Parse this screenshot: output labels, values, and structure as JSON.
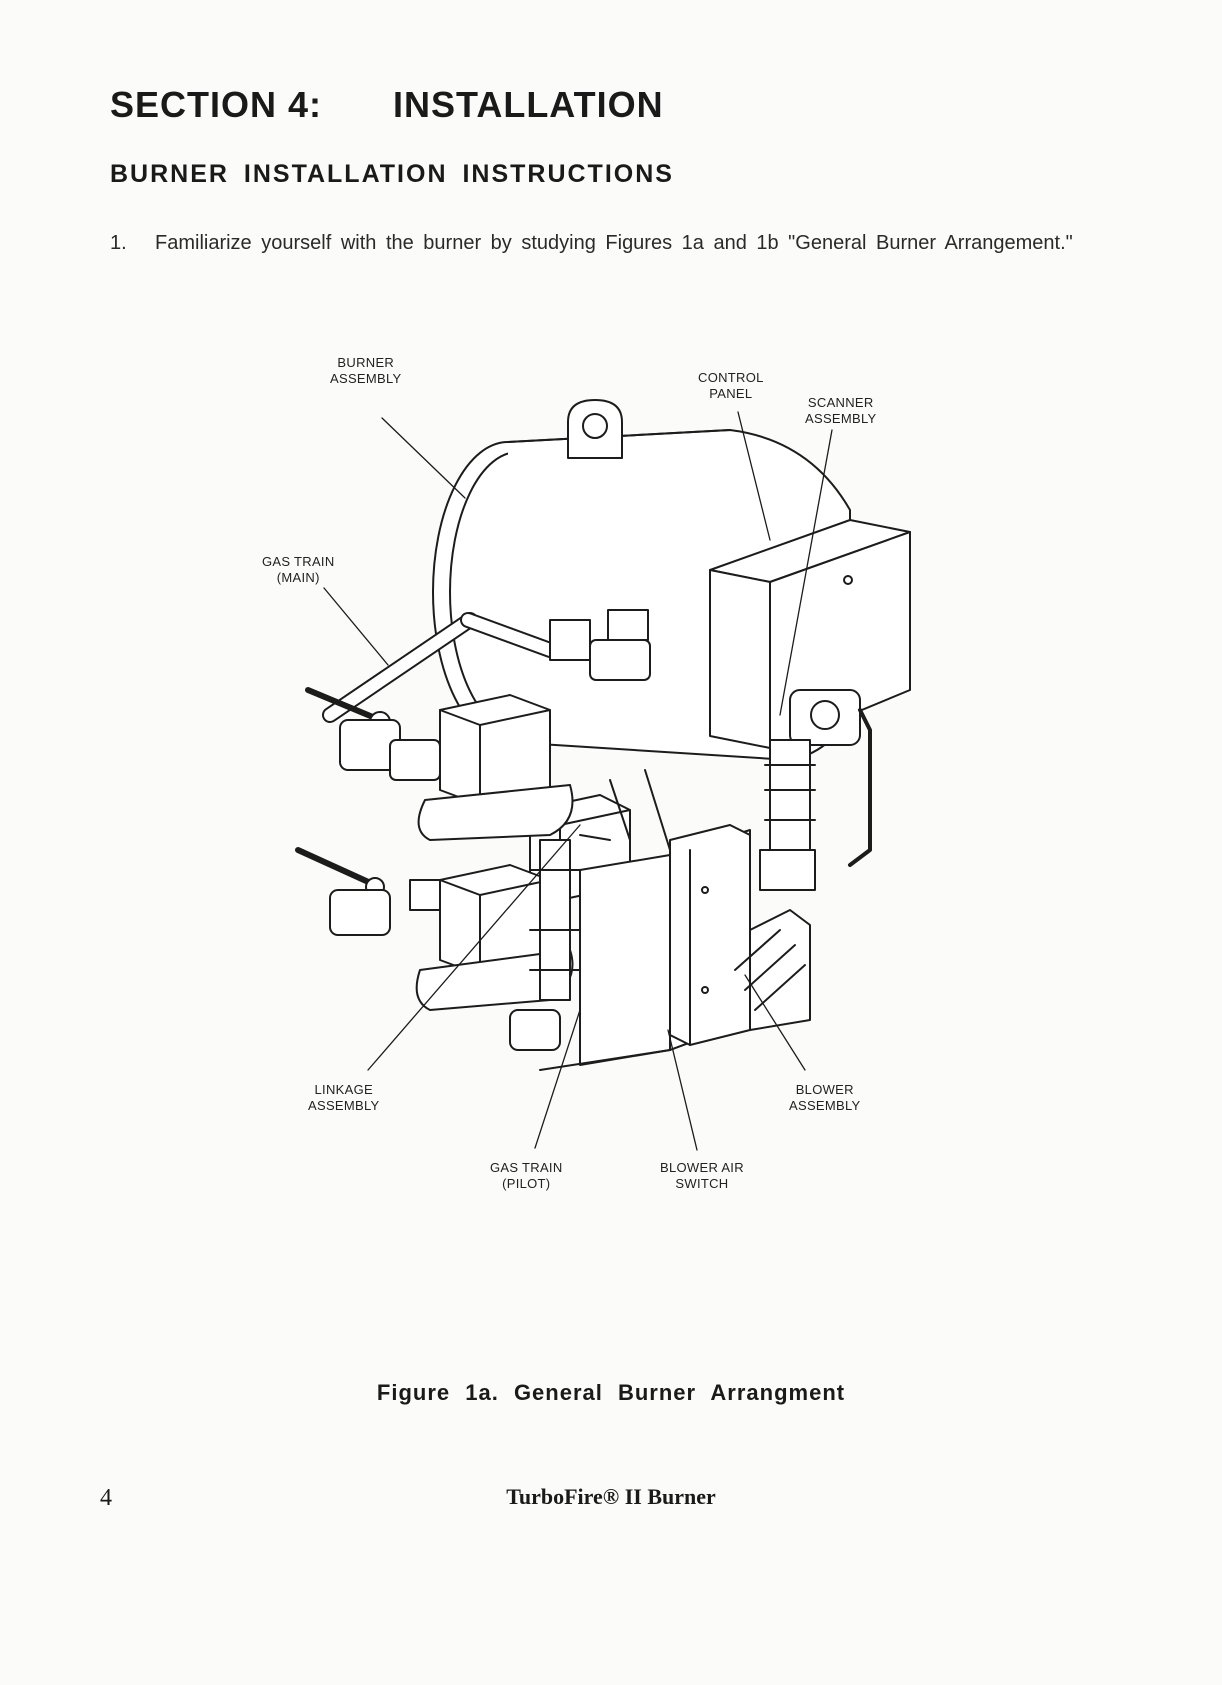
{
  "header": {
    "section_number": "SECTION 4:",
    "section_name": "INSTALLATION",
    "subtitle": "BURNER INSTALLATION INSTRUCTIONS"
  },
  "steps": [
    {
      "number": "1.",
      "text": "Familiarize yourself with the burner by studying Figures 1a and 1b \"General Burner Arrangement.\""
    }
  ],
  "figure": {
    "callouts": {
      "burner_assembly": [
        "BURNER",
        "ASSEMBLY"
      ],
      "control_panel": [
        "CONTROL",
        "PANEL"
      ],
      "scanner_assembly": [
        "SCANNER",
        "ASSEMBLY"
      ],
      "gas_train_main": [
        "GAS TRAIN",
        "(MAIN)"
      ],
      "linkage_assembly": [
        "LINKAGE",
        "ASSEMBLY"
      ],
      "blower_assembly": [
        "BLOWER",
        "ASSEMBLY"
      ],
      "gas_train_pilot": [
        "GAS TRAIN",
        "(PILOT)"
      ],
      "blower_air_switch": [
        "BLOWER AIR",
        "SWITCH"
      ]
    },
    "caption": "Figure 1a.   General Burner Arrangment"
  },
  "footer": {
    "page_number": "4",
    "title": "TurboFire® II Burner"
  }
}
